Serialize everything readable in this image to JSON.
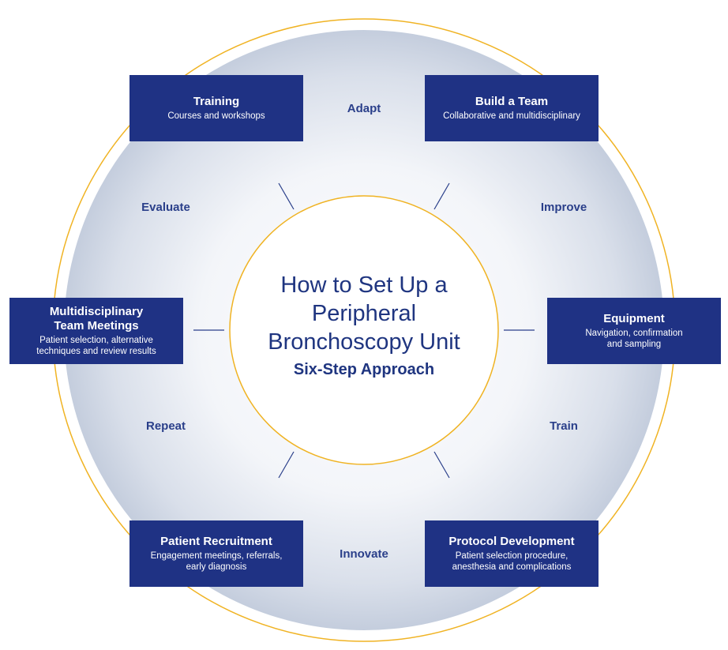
{
  "center": {
    "title_line1": "How to Set Up a",
    "title_line2": "Peripheral",
    "title_line3": "Bronchoscopy Unit",
    "subtitle": "Six-Step Approach"
  },
  "steps": [
    {
      "title": "Training",
      "desc": "Courses and workshops"
    },
    {
      "title": "Build a Team",
      "desc": "Collaborative and multidisciplinary"
    },
    {
      "title": "Equipment",
      "desc1": "Navigation, confirmation",
      "desc2": "and sampling"
    },
    {
      "title": "Protocol Development",
      "desc1": "Patient selection procedure,",
      "desc2": "anesthesia and complications"
    },
    {
      "title": "Patient Recruitment",
      "desc1": "Engagement meetings, referrals,",
      "desc2": "early diagnosis"
    },
    {
      "title1": "Multidisciplinary",
      "title2": "Team Meetings",
      "desc1": "Patient selection, alternative",
      "desc2": "techniques and review results"
    }
  ],
  "verbs": {
    "adapt": "Adapt",
    "improve": "Improve",
    "train": "Train",
    "innovate": "Innovate",
    "repeat": "Repeat",
    "evaluate": "Evaluate"
  },
  "colors": {
    "box": "#1f3284",
    "ring": "#f0b323",
    "text_blue": "#1f3580"
  }
}
